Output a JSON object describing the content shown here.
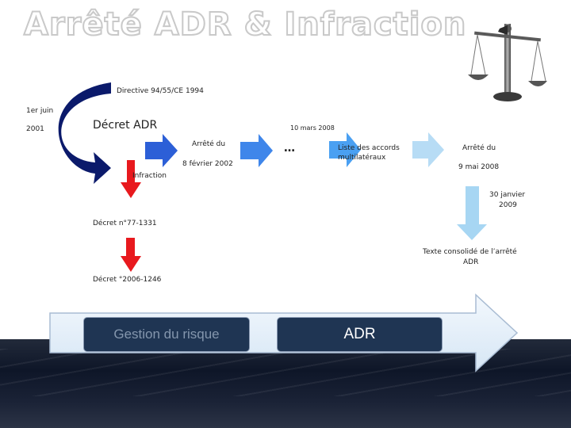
{
  "title": "Arrêté ADR & Infraction",
  "labels": {
    "directive": "Directive 94/55/CE  1994",
    "date_1er_juin": "1er juin",
    "year_2001": "2001",
    "decret_adr": "Décret ADR",
    "date_10_mars": "10 mars 2008",
    "arrete_du_1": "Arrêté du",
    "date_8_fevrier": "8 février 2002",
    "ellipsis": "…",
    "liste_line1": "Liste des accords",
    "liste_line2": "multilatéraux",
    "arrete_du_2": "Arrêté du",
    "date_9_mai": "9 mai 2008",
    "infraction": "Infraction",
    "date_30_janvier_1": "30 janvier",
    "date_30_janvier_2": "2009",
    "decret_77": "Décret n°77-1331",
    "texte_line1": "Texte consolidé de l’arrêté",
    "texte_line2": "ADR",
    "decret_2006": "Décret °2006-1246"
  },
  "boxes": {
    "gestion": "Gestion du risque",
    "adr": "ADR"
  },
  "colors": {
    "dark_blue": "#0b1a6b",
    "mid_blue": "#2f6fde",
    "light_blue": "#9fd0ee",
    "red": "#e8191e",
    "box_fill": "#1f3553"
  },
  "icons": {
    "scales": "justice-scales-icon"
  }
}
